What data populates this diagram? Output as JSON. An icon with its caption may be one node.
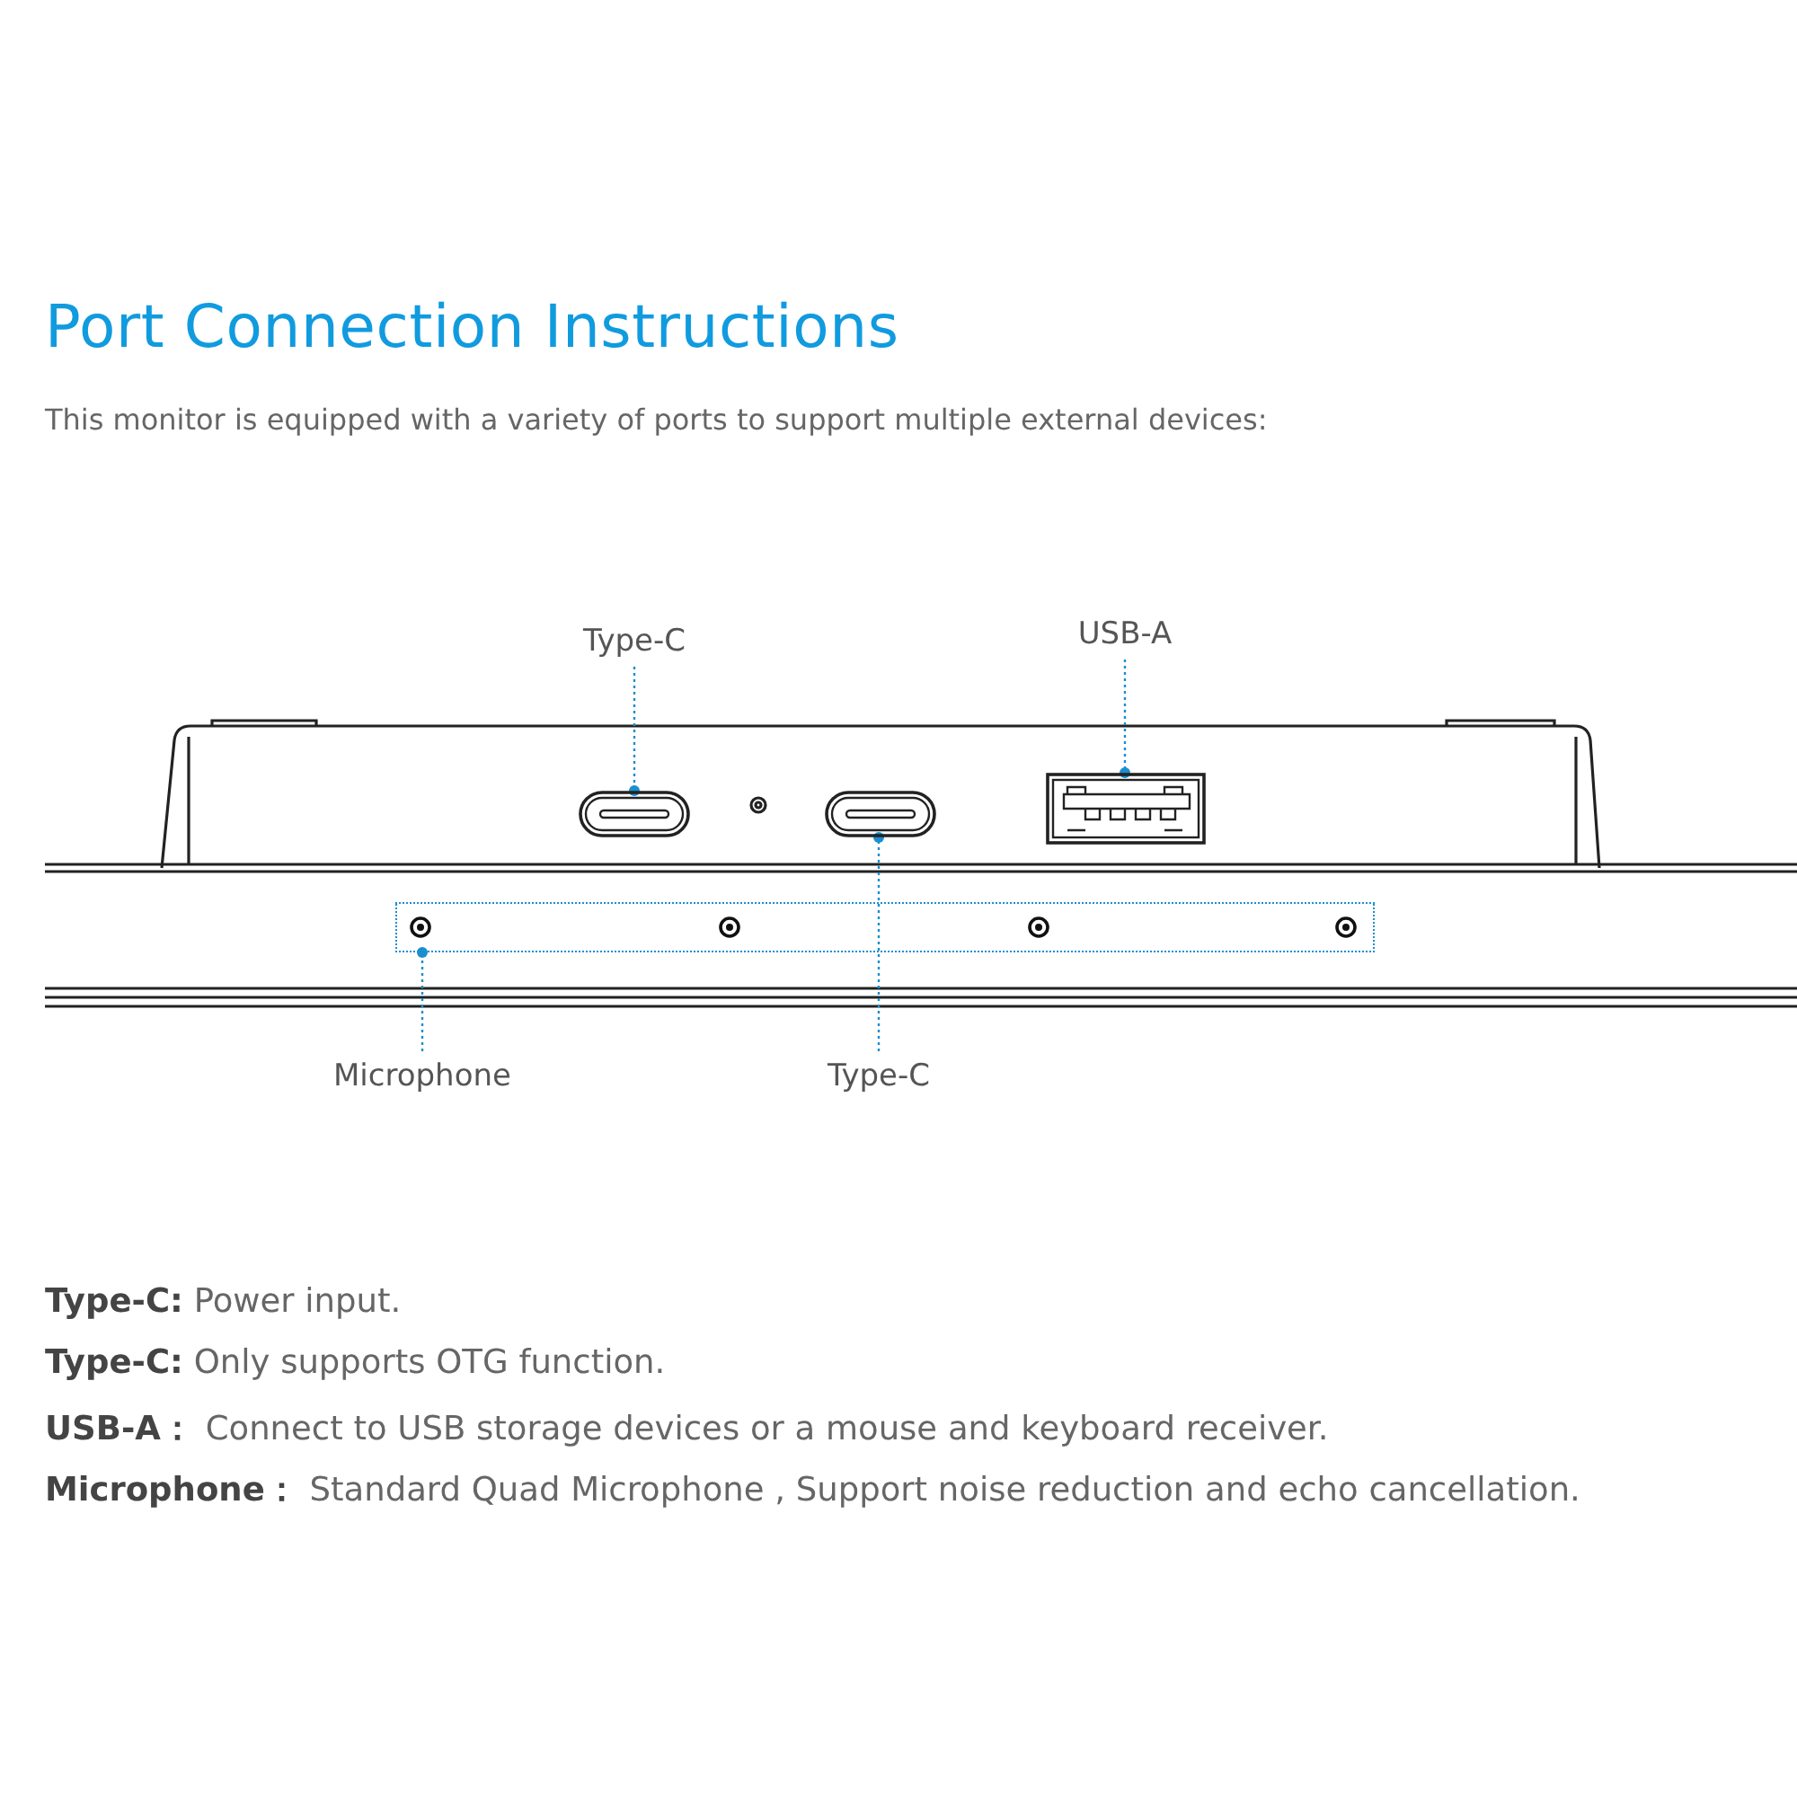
{
  "diagram": {
    "title": "Port Connection Instructions",
    "nodes": [
      {
        "text": [
          "Type-C"
        ]
      },
      {
        "text": [
          "USB-A"
        ]
      },
      {
        "text": [],
        "shape": "picture"
      },
      {
        "text": [],
        "shape": "picture"
      },
      {
        "text": [],
        "shape": "picture"
      },
      {
        "text": [],
        "shape": "box"
      },
      {
        "text": [
          "Microphone"
        ]
      },
      {
        "text": [
          "Type-C"
        ]
      }
    ],
    "edges": [
      {
        "from": 0,
        "to": 2,
        "arrow": "other"
      },
      {
        "from": 1,
        "to": 4,
        "arrow": "other"
      },
      {
        "from": 6,
        "to": 5,
        "arrow": "other"
      },
      {
        "from": 7,
        "to": 3,
        "arrow": "other"
      }
    ],
    "labels": [
      "This monitor is equipped with a variety of ports to support multiple external devices:",
      "**Type-C:** Power input.",
      "**Type-C:** Only supports OTG function.",
      "**USB-A：** Connect to USB storage devices or a mouse and keyboard receiver.",
      "**Microphone：** Standard Quad Microphone , Support noise reduction and echo cancellation."
    ]
  }
}
